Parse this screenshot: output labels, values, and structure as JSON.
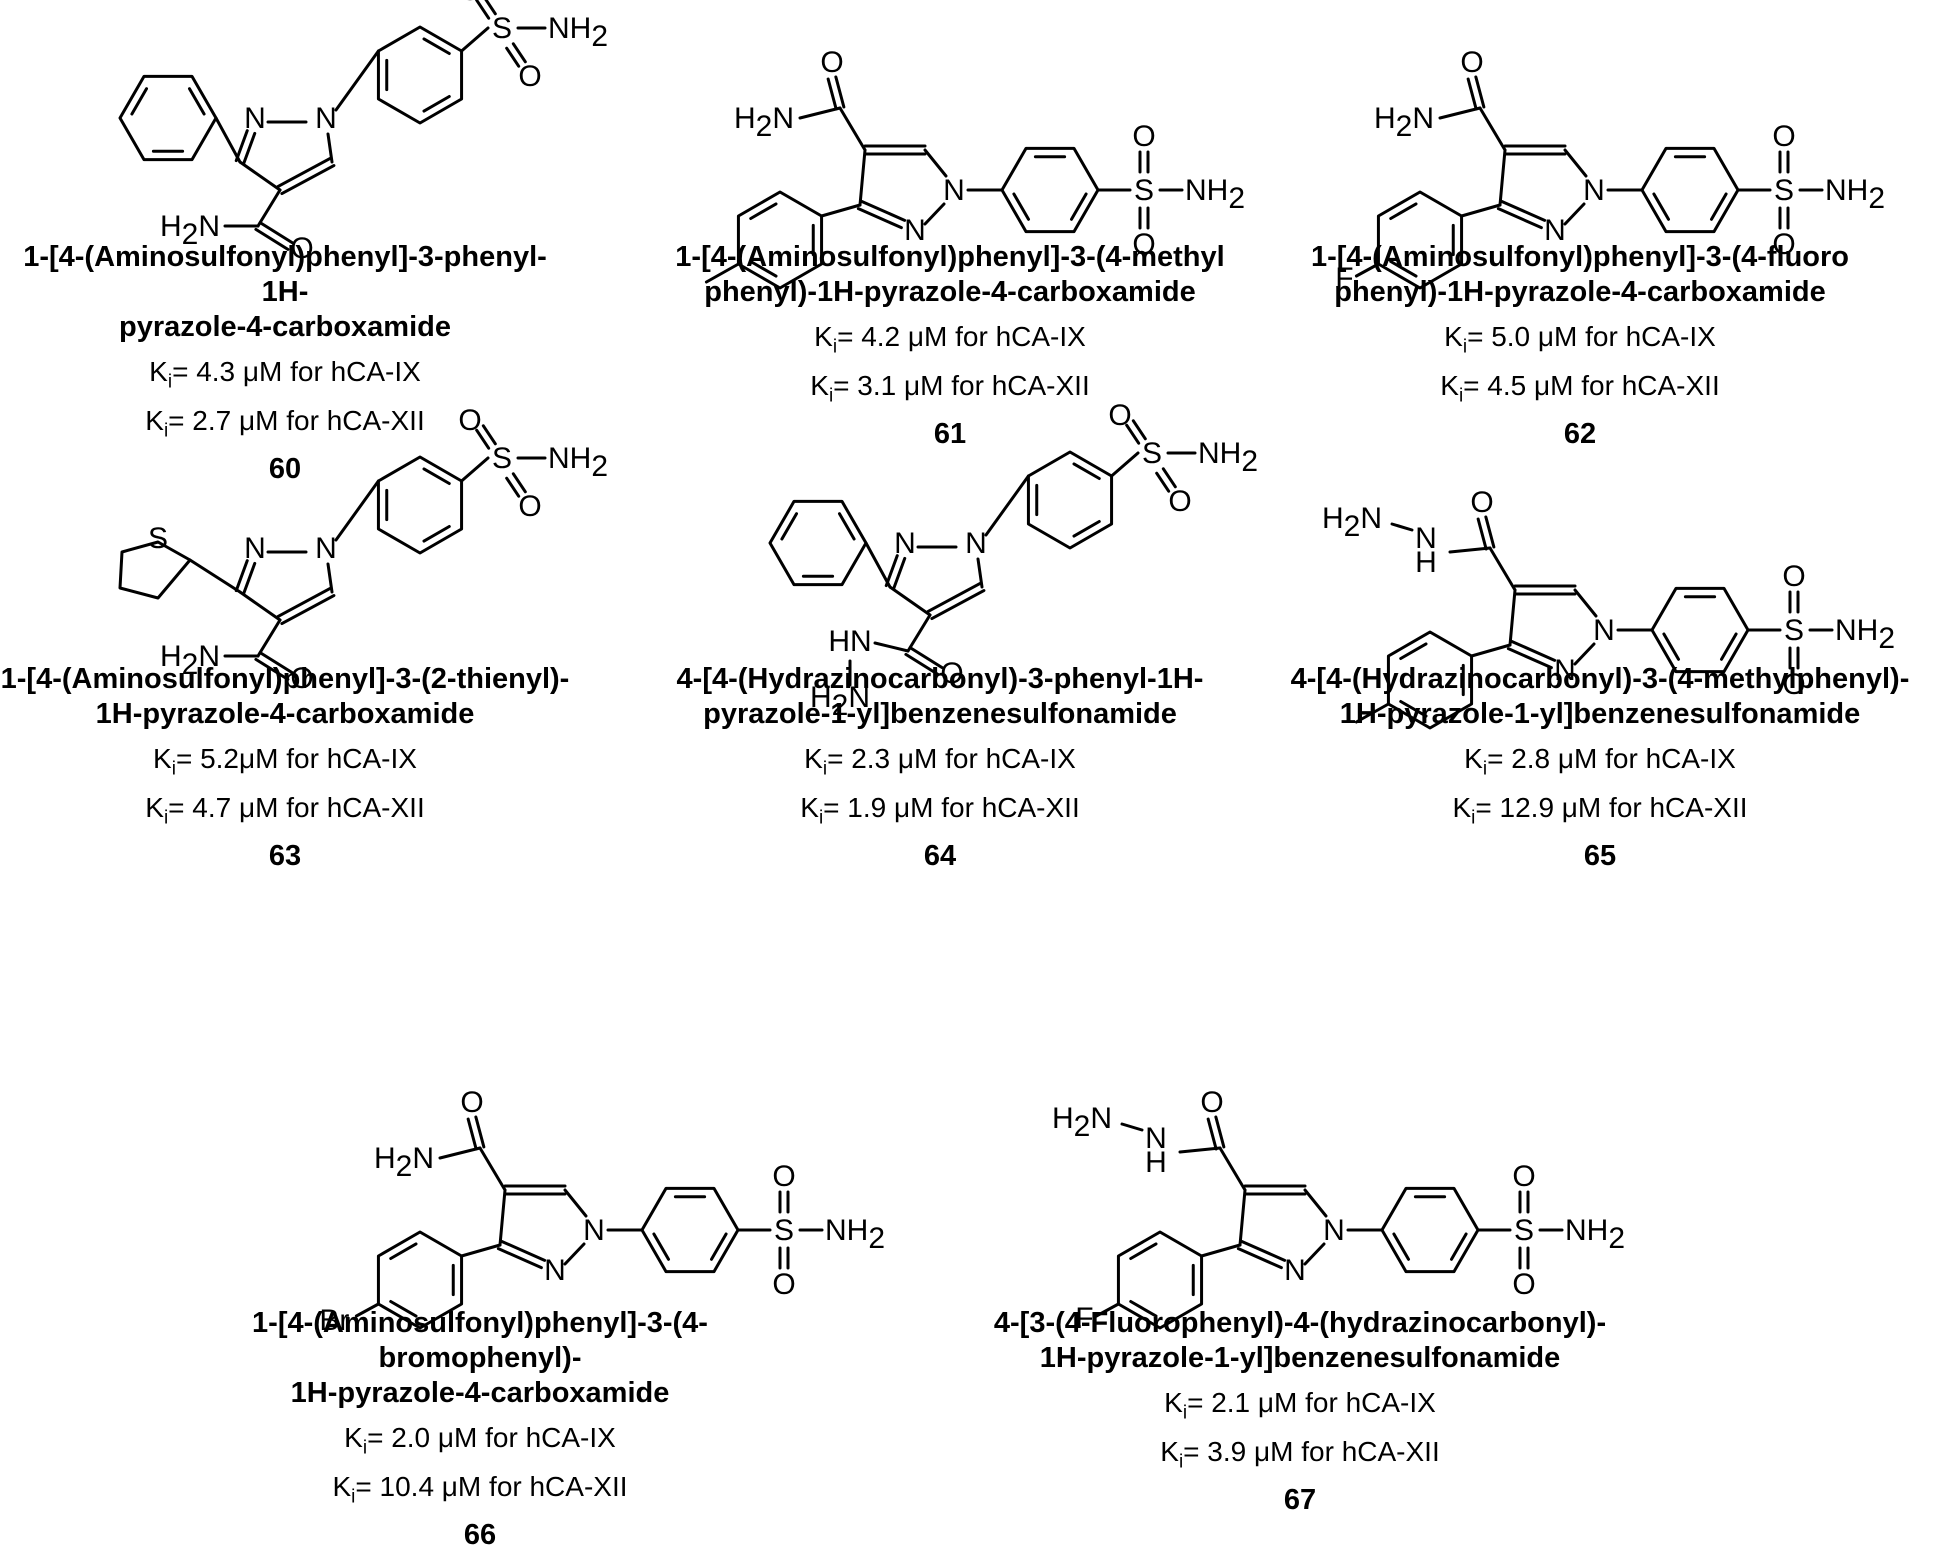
{
  "atom_labels": {
    "nh2": "NH",
    "h2n": "H",
    "sub2": "2",
    "n": "N",
    "h": "H",
    "o": "O",
    "s": "S",
    "f": "F",
    "br": "Br"
  },
  "ki_prefix": "K",
  "ki_sub": "i",
  "compounds": [
    {
      "name": "1-[4-(Aminosulfonyl)phenyl]-3-phenyl-1H-\npyrazole-4-carboxamide",
      "ki_ix": "= 4.3 μM for hCA-IX",
      "ki_xii": "= 2.7 μM for hCA-XII",
      "number": "60"
    },
    {
      "name": "1-[4-(Aminosulfonyl)phenyl]-3-(4-methyl\nphenyl)-1H-pyrazole-4-carboxamide",
      "ki_ix": "= 4.2 μM for hCA-IX",
      "ki_xii": "= 3.1 μM for hCA-XII",
      "number": "61"
    },
    {
      "name": "1-[4-(Aminosulfonyl)phenyl]-3-(4-fluoro\nphenyl)-1H-pyrazole-4-carboxamide",
      "ki_ix": "= 5.0 μM for hCA-IX",
      "ki_xii": "= 4.5 μM for hCA-XII",
      "number": "62"
    },
    {
      "name": "1-[4-(Aminosulfonyl)phenyl]-3-(2-thienyl)-\n1H-pyrazole-4-carboxamide",
      "ki_ix": "= 5.2μM for hCA-IX",
      "ki_xii": "= 4.7 μM for hCA-XII",
      "number": "63"
    },
    {
      "name": "4-[4-(Hydrazinocarbonyl)-3-phenyl-1H-\npyrazole-1-yl]benzenesulfonamide",
      "ki_ix": "= 2.3 μM for hCA-IX",
      "ki_xii": "= 1.9 μM for hCA-XII",
      "number": "64"
    },
    {
      "name": "4-[4-(Hydrazinocarbonyl)-3-(4-methylphenyl)-\n1H-pyrazole-1-yl]benzenesulfonamide",
      "ki_ix": "= 2.8 μM for hCA-IX",
      "ki_xii": "= 12.9 μM for hCA-XII",
      "number": "65"
    },
    {
      "name": "1-[4-(Aminosulfonyl)phenyl]-3-(4-bromophenyl)-\n1H-pyrazole-4-carboxamide",
      "ki_ix": "= 2.0 μM for hCA-IX",
      "ki_xii": "= 10.4 μM for hCA-XII",
      "number": "66"
    },
    {
      "name": "4-[3-(4-Fluorophenyl)-4-(hydrazinocarbonyl)-\n1H-pyrazole-1-yl]benzenesulfonamide",
      "ki_ix": "= 2.1 μM for hCA-IX",
      "ki_xii": "= 3.9 μM for hCA-XII",
      "number": "67"
    }
  ]
}
